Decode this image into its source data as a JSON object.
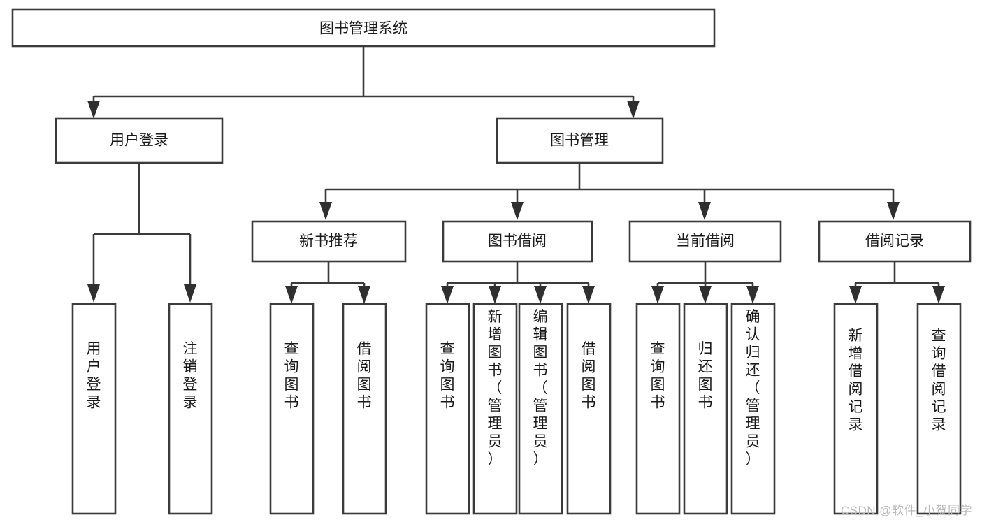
{
  "diagram": {
    "title": "图书管理系统",
    "type": "tree",
    "watermark": "CSDN @软件_小贺同学",
    "colors": {
      "box_stroke": "#3b3b3b",
      "box_fill": "#ffffff",
      "connector": "#3b3b3b",
      "text": "#1a1a1a",
      "watermark": "#b9b9b9",
      "background": "#ffffff"
    },
    "nodes": {
      "root": {
        "label": "图书管理系统"
      },
      "level2": [
        {
          "id": "user-login",
          "label": "用户登录"
        },
        {
          "id": "book-management",
          "label": "图书管理"
        }
      ],
      "level3": [
        {
          "id": "new-book-recommend",
          "label": "新书推荐"
        },
        {
          "id": "book-borrow",
          "label": "图书借阅"
        },
        {
          "id": "current-borrow",
          "label": "当前借阅"
        },
        {
          "id": "borrow-record",
          "label": "借阅记录"
        }
      ],
      "leaves": {
        "user_login": [
          {
            "id": "leaf-user-login",
            "label": "用户登录"
          },
          {
            "id": "leaf-logout-login",
            "label": "注销登录"
          }
        ],
        "new_book_recommend": [
          {
            "id": "leaf-query-book-1",
            "label": "查询图书"
          },
          {
            "id": "leaf-borrow-book-1",
            "label": "借阅图书"
          }
        ],
        "book_borrow": [
          {
            "id": "leaf-query-book-2",
            "label": "查询图书"
          },
          {
            "id": "leaf-add-book",
            "label": "新增图书（管理员）"
          },
          {
            "id": "leaf-edit-book",
            "label": "编辑图书（管理员）"
          },
          {
            "id": "leaf-borrow-book-2",
            "label": "借阅图书"
          }
        ],
        "current_borrow": [
          {
            "id": "leaf-query-book-3",
            "label": "查询图书"
          },
          {
            "id": "leaf-return-book",
            "label": "归还图书"
          },
          {
            "id": "leaf-confirm-return",
            "label": "确认归还（管理员）"
          }
        ],
        "borrow_record": [
          {
            "id": "leaf-add-record",
            "label": "新增借阅记录"
          },
          {
            "id": "leaf-query-record",
            "label": "查询借阅记录"
          }
        ]
      }
    }
  }
}
